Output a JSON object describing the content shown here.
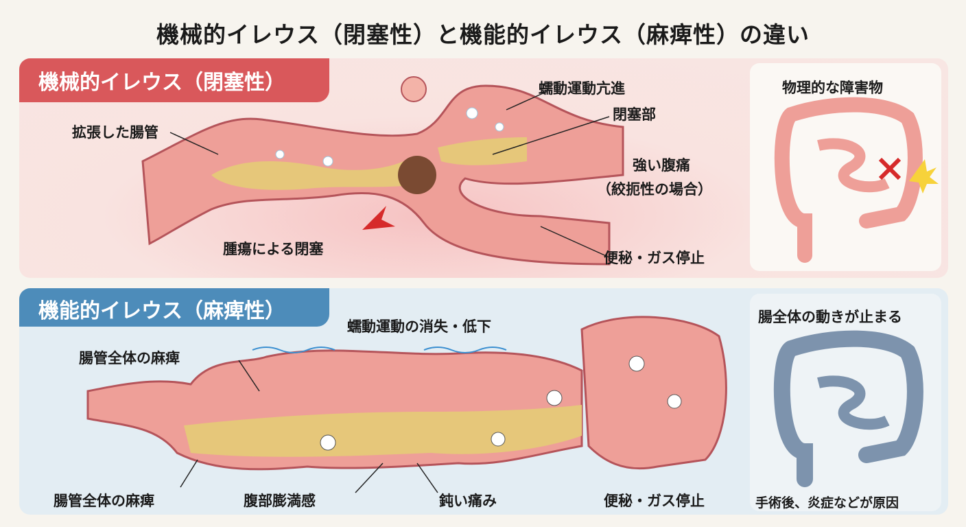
{
  "title": "機械的イレウス（閉塞性）と機能的イレウス（麻痺性）の違い",
  "mechanical": {
    "heading": "機械的イレウス（閉塞性）",
    "labels": {
      "dilated": "拡張した腸管",
      "peristalsis": "蠕動運動亢進",
      "obstruction": "閉塞部",
      "pain1": "強い腹痛",
      "pain2": "（絞扼性の場合）",
      "tumor": "腫瘍による閉塞",
      "constipation": "便秘・ガス停止"
    },
    "card_title": "物理的な障害物"
  },
  "functional": {
    "heading": "機能的イレウス（麻痺性）",
    "labels": {
      "peristalsis": "蠕動運動の消失・低下",
      "paralysis_top": "腸管全体の麻痺",
      "paralysis_bottom": "腸管全体の麻痺",
      "distension": "腹部膨満感",
      "dull_pain": "鈍い痛み",
      "constipation": "便秘・ガス停止"
    },
    "card_title": "腸全体の動きが止まる",
    "card_caption": "手術後、炎症などが原因"
  },
  "colors": {
    "red": "#d9585b",
    "blue": "#4d8cba",
    "gut": "#ee9f98",
    "content": "#e6c77a"
  }
}
